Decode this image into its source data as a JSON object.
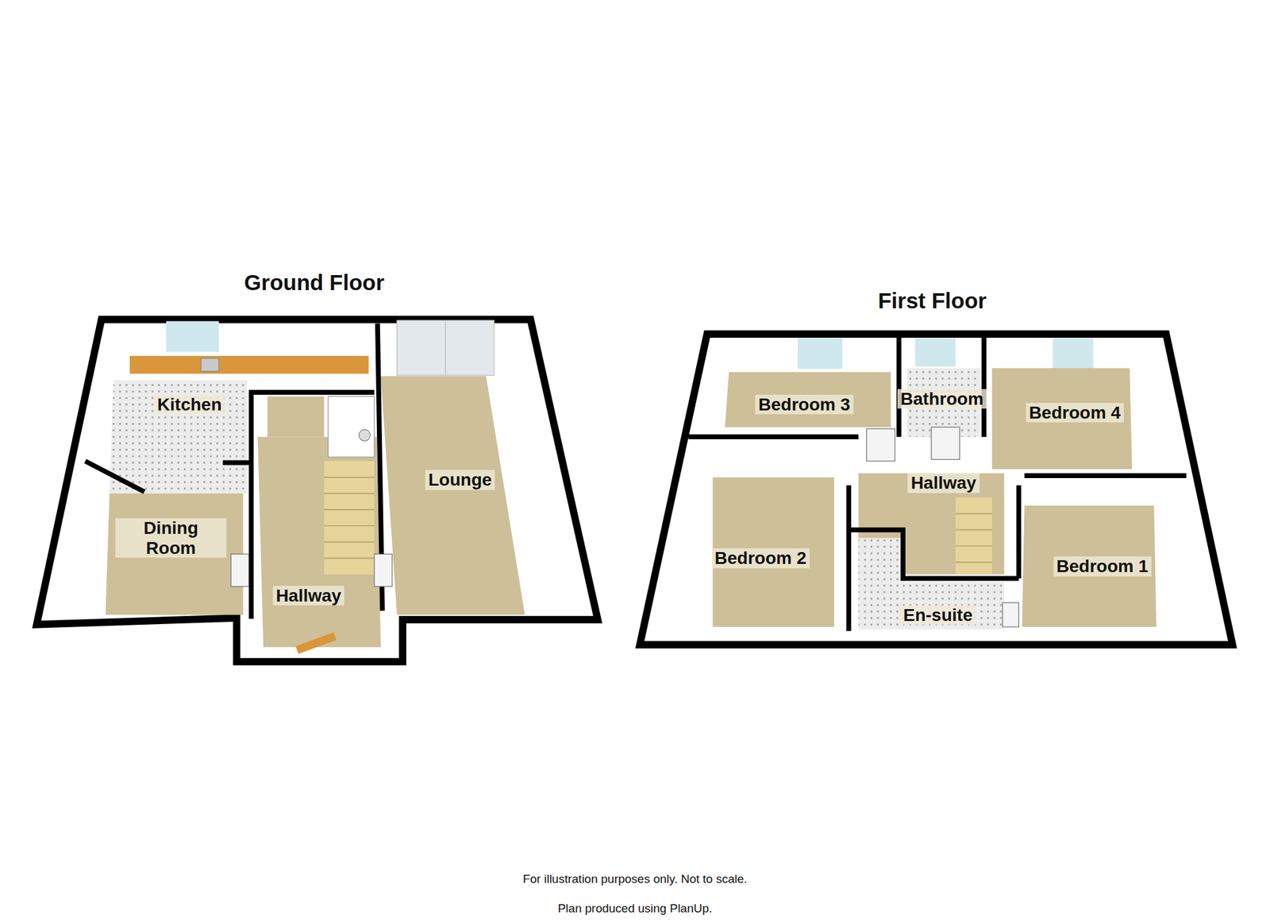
{
  "diagram": {
    "nodes": [
      {
        "text": [
          "Ground Floor"
        ]
      },
      {
        "text": [
          "Kitchen"
        ],
        "in": 0
      },
      {
        "text": [
          "Dining Room"
        ],
        "in": 0
      },
      {
        "text": [
          "Hallway"
        ],
        "in": 0
      },
      {
        "text": [
          "Lounge"
        ],
        "in": 0
      },
      {
        "text": [
          "First Floor"
        ]
      },
      {
        "text": [
          "Bedroom 3"
        ],
        "in": 5
      },
      {
        "text": [
          "Bathroom"
        ],
        "in": 5
      },
      {
        "text": [
          "Bedroom 4"
        ],
        "in": 5
      },
      {
        "text": [
          "Hallway"
        ],
        "in": 5
      },
      {
        "text": [
          "Bedroom 2"
        ],
        "in": 5
      },
      {
        "text": [
          "Bedroom 1"
        ],
        "in": 5
      },
      {
        "text": [
          "En-suite"
        ],
        "in": 5
      }
    ],
    "labels": [
      "For illustration purposes only. Not to scale.",
      "Plan produced using PlanUp."
    ]
  }
}
